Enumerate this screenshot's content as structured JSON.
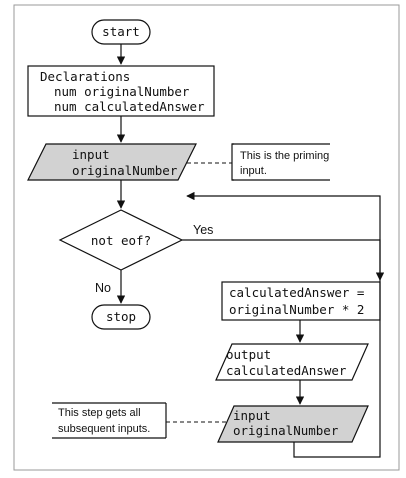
{
  "flowchart": {
    "start": "start",
    "declarations": [
      "Declarations",
      "num originalNumber",
      "num calculatedAnswer"
    ],
    "priming_input": [
      "input",
      "originalNumber"
    ],
    "priming_note": [
      "This is the priming",
      "input."
    ],
    "decision": "not eof?",
    "yes_label": "Yes",
    "no_label": "No",
    "stop": "stop",
    "process": [
      "calculatedAnswer =",
      "originalNumber * 2"
    ],
    "output": [
      "output",
      "calculatedAnswer"
    ],
    "loop_input": [
      "input",
      "originalNumber"
    ],
    "loop_note": [
      "This step gets all",
      "subsequent inputs."
    ]
  },
  "colors": {
    "shaded_io": "#d2d2d2",
    "stroke": "#111111"
  }
}
